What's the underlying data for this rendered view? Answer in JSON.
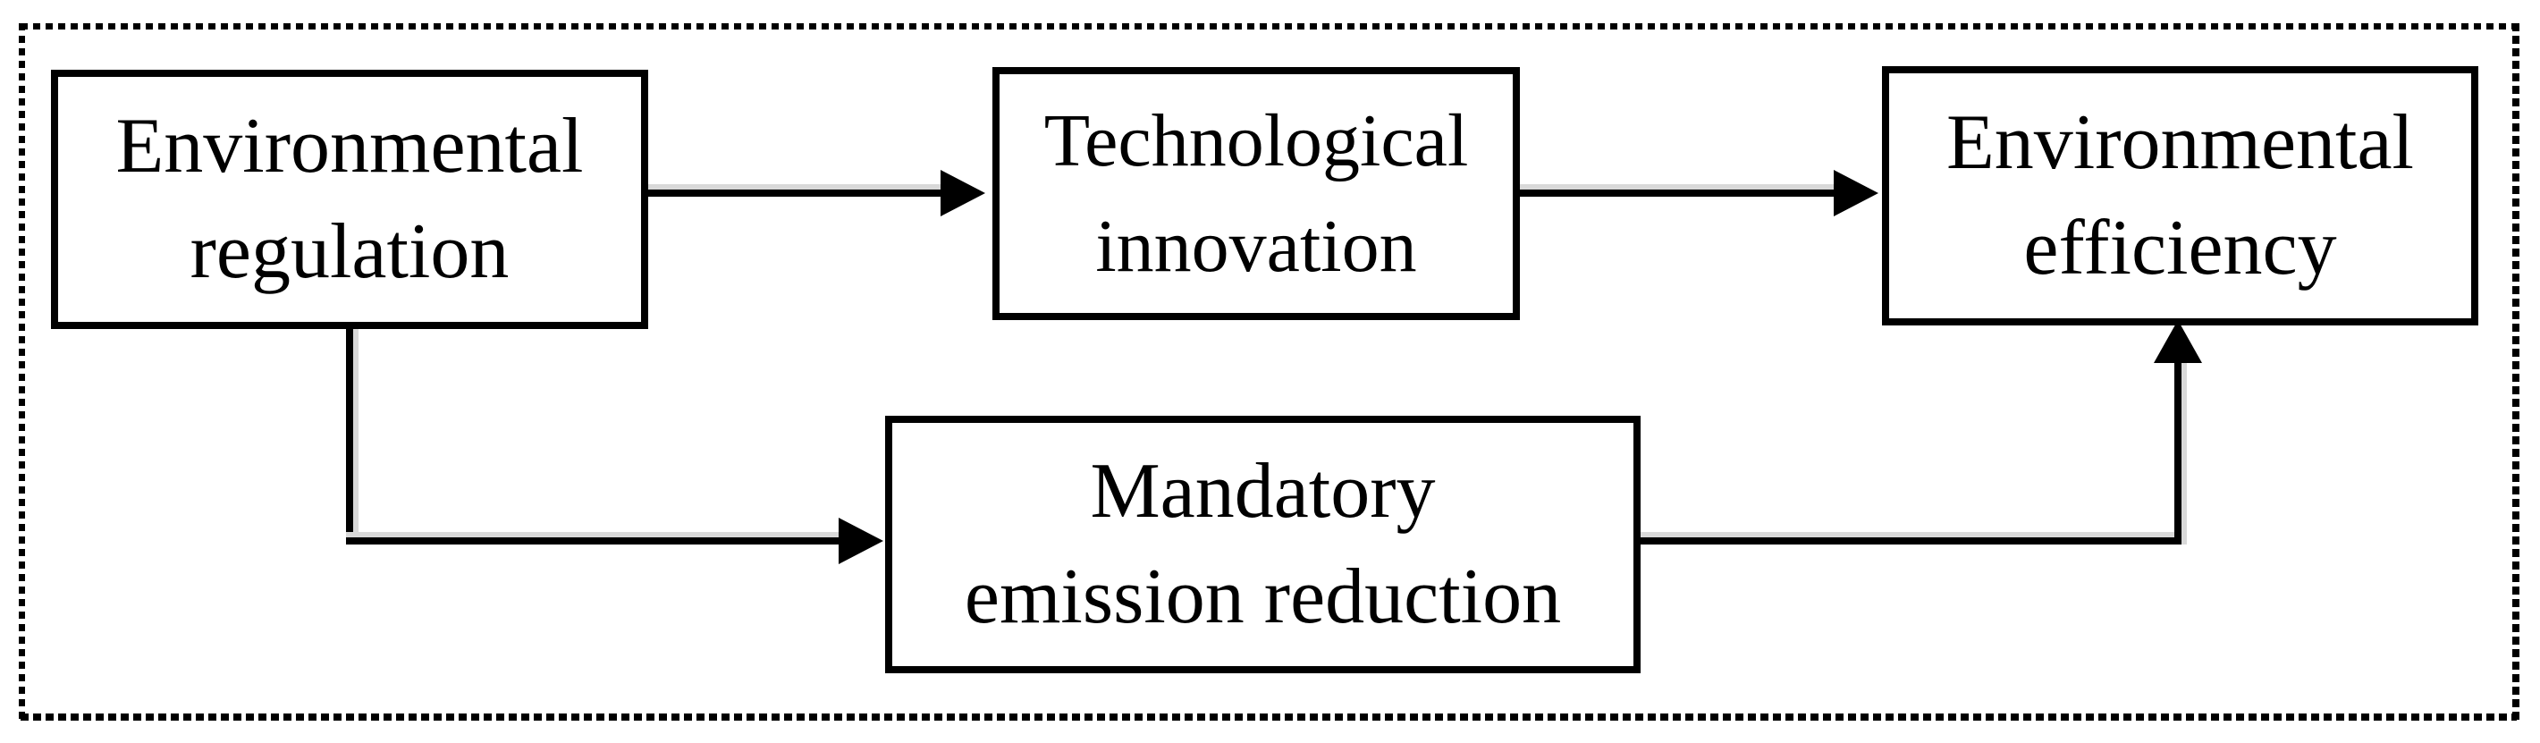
{
  "figure": {
    "type": "flow-diagram",
    "background_color": "#ffffff",
    "stroke_color": "#000000",
    "scan_shadow_color": "#d9d9d9",
    "frame_style": "dotted",
    "nodes": [
      {
        "id": "environmental-regulation",
        "lines": [
          "Environmental",
          "regulation"
        ]
      },
      {
        "id": "technological-innovation",
        "lines": [
          "Technological",
          "innovation"
        ]
      },
      {
        "id": "environmental-efficiency",
        "lines": [
          "Environmental",
          "efficiency"
        ]
      },
      {
        "id": "mandatory-emission-reduction",
        "lines": [
          "Mandatory",
          "emission reduction"
        ]
      }
    ],
    "edges": [
      {
        "from": "environmental-regulation",
        "to": "technological-innovation",
        "shape": "straight-right"
      },
      {
        "from": "technological-innovation",
        "to": "environmental-efficiency",
        "shape": "straight-right"
      },
      {
        "from": "environmental-regulation",
        "to": "mandatory-emission-reduction",
        "shape": "elbow-down-right"
      },
      {
        "from": "mandatory-emission-reduction",
        "to": "environmental-efficiency",
        "shape": "elbow-right-up"
      }
    ]
  }
}
